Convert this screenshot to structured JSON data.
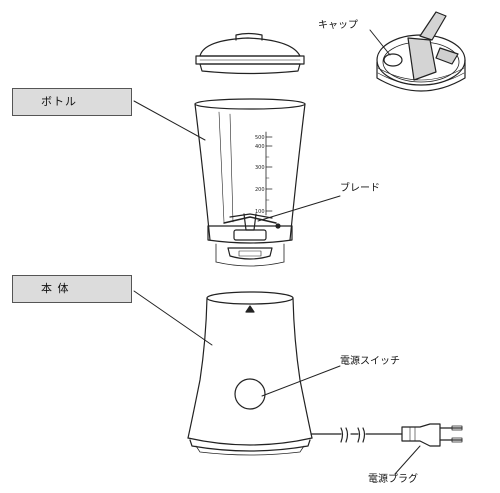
{
  "labels": {
    "cap": "キャップ",
    "bottle": "ボトル",
    "blade": "ブレード",
    "body": "本 体",
    "switch": "電源スイッチ",
    "plug": "電源プラグ"
  },
  "bottle_scale": [
    "500",
    "400",
    "300",
    "200",
    "100"
  ]
}
